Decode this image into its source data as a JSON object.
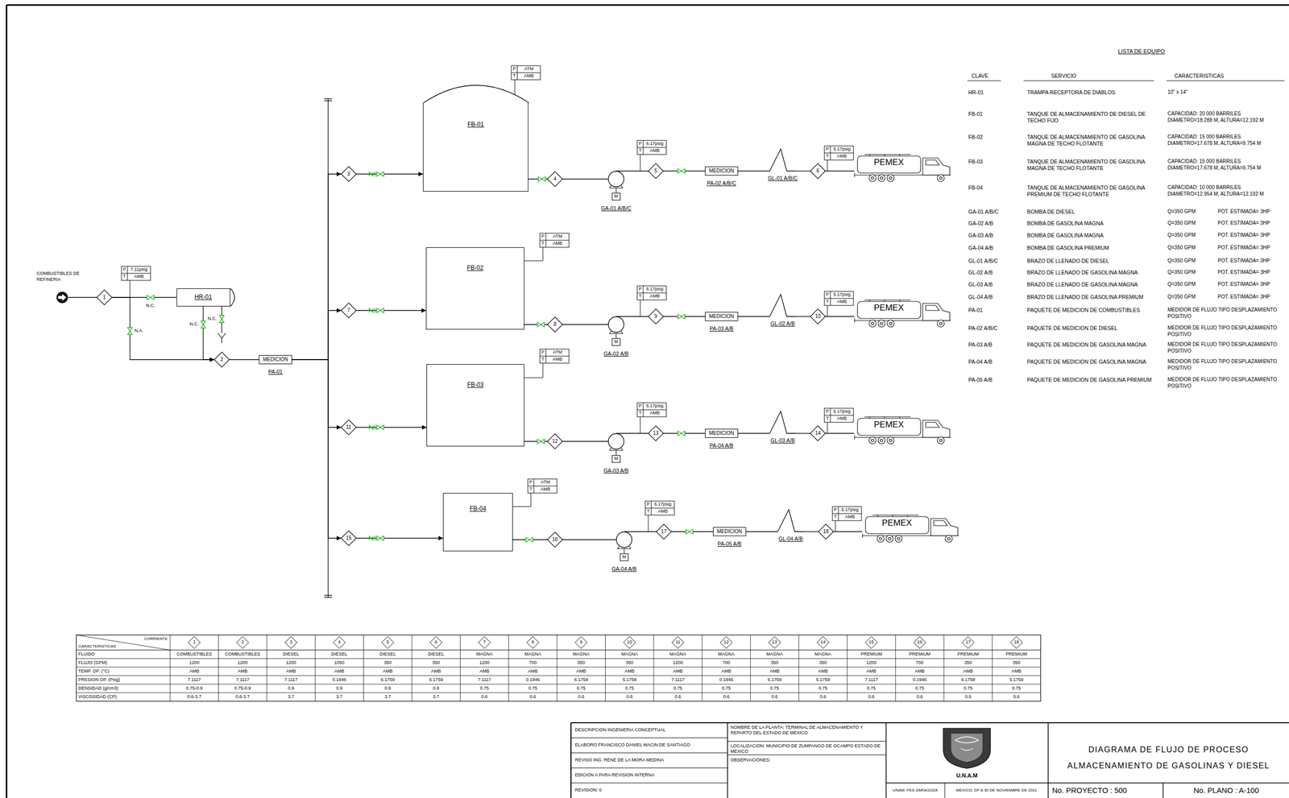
{
  "diagram": {
    "nodes": [
      {
        "text": [
          "COMBUSTIBLES DE REFINERIA"
        ]
      },
      {
        "text": [
          "1"
        ]
      },
      {
        "text": [
          "HR-01"
        ]
      },
      {
        "text": [
          "2"
        ]
      },
      {
        "text": [
          "MEDICION",
          "PA-01"
        ]
      },
      {
        "text": [
          "3"
        ]
      },
      {
        "text": [
          "FB-01"
        ]
      },
      {
        "text": [
          "4"
        ]
      },
      {
        "text": [
          "GA-01 A/B/C"
        ]
      },
      {
        "text": [
          "5"
        ]
      },
      {
        "text": [
          "MEDICION",
          "PA-02 A/B/C"
        ]
      },
      {
        "text": [
          "GL-01 A/B/C"
        ]
      },
      {
        "text": [
          "6"
        ]
      },
      {
        "text": [
          "PEMEX"
        ]
      },
      {
        "text": [
          "7"
        ]
      },
      {
        "text": [
          "FB-02"
        ]
      },
      {
        "text": [
          "8"
        ]
      },
      {
        "text": [
          "GA-02 A/B"
        ]
      },
      {
        "text": [
          "9"
        ]
      },
      {
        "text": [
          "MEDICION",
          "PA-03 A/B"
        ]
      },
      {
        "text": [
          "GL-02 A/B"
        ]
      },
      {
        "text": [
          "10"
        ]
      },
      {
        "text": [
          "PEMEX"
        ]
      },
      {
        "text": [
          "11"
        ]
      },
      {
        "text": [
          "FB-03"
        ]
      },
      {
        "text": [
          "12"
        ]
      },
      {
        "text": [
          "GA-03 A/B"
        ]
      },
      {
        "text": [
          "13"
        ]
      },
      {
        "text": [
          "MEDICION",
          "PA-04 A/B"
        ]
      },
      {
        "text": [
          "GL-03 A/B"
        ]
      },
      {
        "text": [
          "14"
        ]
      },
      {
        "text": [
          "PEMEX"
        ]
      },
      {
        "text": [
          "15"
        ]
      },
      {
        "text": [
          "FB-04"
        ]
      },
      {
        "text": [
          "16"
        ]
      },
      {
        "text": [
          "GA-04 A/B"
        ]
      },
      {
        "text": [
          "17"
        ]
      },
      {
        "text": [
          "MEDICION",
          "PA-05 A/B"
        ]
      },
      {
        "text": [
          "GL-04 A/B"
        ]
      },
      {
        "text": [
          "18"
        ]
      },
      {
        "text": [
          "PEMEX"
        ]
      }
    ],
    "edges": [
      {
        "from": 0,
        "to": 1,
        "arrow": "none"
      },
      {
        "from": 1,
        "to": 2,
        "arrow": "none"
      },
      {
        "from": 1,
        "to": 3,
        "arrow": "to"
      },
      {
        "from": 2,
        "to": 3,
        "arrow": "to"
      },
      {
        "from": 3,
        "to": 4,
        "arrow": "none"
      },
      {
        "from": 4,
        "to": 5,
        "arrow": "to"
      },
      {
        "from": 5,
        "to": 6,
        "arrow": "to"
      },
      {
        "from": 6,
        "to": 7,
        "arrow": "none"
      },
      {
        "from": 7,
        "to": 8,
        "arrow": "none"
      },
      {
        "from": 8,
        "to": 9,
        "arrow": "none"
      },
      {
        "from": 9,
        "to": 10,
        "arrow": "none"
      },
      {
        "from": 10,
        "to": 11,
        "arrow": "none"
      },
      {
        "from": 11,
        "to": 12,
        "arrow": "none"
      },
      {
        "from": 12,
        "to": 13,
        "arrow": "none"
      },
      {
        "from": 4,
        "to": 14,
        "arrow": "to"
      },
      {
        "from": 14,
        "to": 15,
        "arrow": "to"
      },
      {
        "from": 15,
        "to": 16,
        "arrow": "none"
      },
      {
        "from": 16,
        "to": 17,
        "arrow": "none"
      },
      {
        "from": 17,
        "to": 18,
        "arrow": "none"
      },
      {
        "from": 18,
        "to": 19,
        "arrow": "none"
      },
      {
        "from": 19,
        "to": 20,
        "arrow": "none"
      },
      {
        "from": 20,
        "to": 21,
        "arrow": "none"
      },
      {
        "from": 21,
        "to": 22,
        "arrow": "none"
      },
      {
        "from": 4,
        "to": 23,
        "arrow": "to"
      },
      {
        "from": 23,
        "to": 24,
        "arrow": "to"
      },
      {
        "from": 24,
        "to": 25,
        "arrow": "none"
      },
      {
        "from": 25,
        "to": 26,
        "arrow": "none"
      },
      {
        "from": 26,
        "to": 27,
        "arrow": "none"
      },
      {
        "from": 27,
        "to": 28,
        "arrow": "none"
      },
      {
        "from": 28,
        "to": 29,
        "arrow": "none"
      },
      {
        "from": 29,
        "to": 30,
        "arrow": "none"
      },
      {
        "from": 30,
        "to": 31,
        "arrow": "none"
      },
      {
        "from": 4,
        "to": 32,
        "arrow": "to"
      },
      {
        "from": 32,
        "to": 33,
        "arrow": "to"
      },
      {
        "from": 33,
        "to": 34,
        "arrow": "none"
      },
      {
        "from": 34,
        "to": 35,
        "arrow": "none"
      },
      {
        "from": 35,
        "to": 36,
        "arrow": "none"
      },
      {
        "from": 36,
        "to": 37,
        "arrow": "none"
      },
      {
        "from": 37,
        "to": 38,
        "arrow": "none"
      },
      {
        "from": 38,
        "to": 39,
        "arrow": "none"
      },
      {
        "from": 39,
        "to": 40,
        "arrow": "none"
      }
    ],
    "labels": [
      "P",
      "7.11psig",
      "T",
      "AMB",
      "P",
      "ATM",
      "T",
      "AMB",
      "P",
      "6.17psig",
      "T",
      "AMB",
      "P",
      "5.17psig",
      "T",
      "AMB",
      "P",
      "ATM",
      "T",
      "AMB",
      "P",
      "6.17psig",
      "T",
      "AMB",
      "P",
      "5.17psig",
      "T",
      "AMB",
      "P",
      "ATM",
      "T",
      "AMB",
      "P",
      "6.17psig",
      "T",
      "AMB",
      "P",
      "5.17psig",
      "T",
      "AMB",
      "P",
      "ATM",
      "T",
      "AMB",
      "P",
      "6.17psig",
      "T",
      "AMB",
      "P",
      "5.17psig",
      "T",
      "AMB",
      "N.C.",
      "N.A.",
      "N.C.",
      "N.C.",
      "M",
      "M",
      "M",
      "M",
      "LISTA DE EQUIPO",
      "CLAVE",
      "SERVICIO",
      "CARACTERISTICAS",
      "HR-01",
      "TRAMPA RECEPTORA DE DIABLOS",
      "10\" x 14\"",
      "FB-01",
      "TANQUE DE ALMACENAMIENTO DE DIESEL DE TECHO FIJO",
      "CAPACIDAD: 20 000 BARRILES DIAMETRO=18.288 M, ALTURA=12.192 M",
      "FB-02",
      "TANQUE DE ALMACENAMIENTO DE GASOLINA MAGNA DE TECHO FLOTANTE",
      "CAPACIDAD: 15 000 BARRILES DIAMETRO=17.678 M, ALTURA=9.754 M",
      "FB-03",
      "TANQUE DE ALMACENAMIENTO DE GASOLINA MAGNA DE TECHO FLOTANTE",
      "CAPACIDAD: 15 000 BARRILES DIAMETRO=17.678 M, ALTURA=9.754 M",
      "FB-04",
      "TANQUE DE ALMACENAMIENTO DE GASOLINA PREMIUM DE TECHO FLOTANTE",
      "CAPACIDAD: 10 000 BARRILES DIAMETRO=12.954 M, ALTURA=12.192 M",
      "GA-01 A/B/C",
      "BOMBA DE DIESEL",
      "Q=350 GPM",
      "POT. ESTIMADA= 3HP",
      "GA-02 A/B",
      "BOMBA DE GASOLINA MAGNA",
      "Q=350 GPM",
      "POT. ESTIMADA= 3HP",
      "GA-03 A/B",
      "BOMBA DE GASOLINA MAGNA",
      "Q=350 GPM",
      "POT. ESTIMADA= 3HP",
      "GA-04 A/B",
      "BOMBA DE GASOLINA PREMIUM",
      "Q=350 GPM",
      "POT. ESTIMADA= 3HP",
      "GL-01 A/B/C",
      "BRAZO DE LLENADO DE DIESEL",
      "Q=350 GPM",
      "POT. ESTIMADA= 3HP",
      "GL-02 A/B",
      "BRAZO DE LLENADO DE GASOLINA MAGNA",
      "Q=350 GPM",
      "POT. ESTIMADA= 3HP",
      "GL-03 A/B",
      "BRAZO DE LLENADO DE GASOLINA MAGNA",
      "Q=350 GPM",
      "POT. ESTIMADA= 3HP",
      "GL-04 A/B",
      "BRAZO DE LLENADO DE GASOLINA PREMIUM",
      "Q=350 GPM",
      "POT. ESTIMADA= 3HP",
      "PA-01",
      "PAQUETE DE MEDICION DE COMBUSTIBLES",
      "MEDIDOR DE FLUJO TIPO DESPLAZAMIENTO POSITIVO",
      "PA-02 A/B/C",
      "PAQUETE DE MEDICION DE DIESEL",
      "MEDIDOR DE FLUJO TIPO DESPLAZAMIENTO POSITIVO",
      "PA-03 A/B",
      "PAQUETE DE MEDICION DE GASOLINA MAGNA",
      "MEDIDOR DE FLUJO TIPO DESPLAZAMIENTO POSITIVO",
      "PA-04 A/B",
      "PAQUETE DE MEDICION DE GASOLINA MAGNA",
      "MEDIDOR DE FLUJO TIPO DESPLAZAMIENTO POSITIVO",
      "PA-05 A/B",
      "PAQUETE DE MEDICION DE GASOLINA PREMIUM",
      "MEDIDOR DE FLUJO TIPO DESPLAZAMIENTO POSITIVO",
      "CORRIENTE",
      "CARACTERISTICAS",
      "1",
      "2",
      "3",
      "4",
      "5",
      "6",
      "7",
      "8",
      "9",
      "10",
      "11",
      "12",
      "13",
      "14",
      "15",
      "16",
      "17",
      "18",
      "FLUIDO",
      "COMBUSTIBLES",
      "COMBUSTIBLES",
      "DIESEL",
      "DIESEL",
      "DIESEL",
      "DIESEL",
      "MAGNA",
      "MAGNA",
      "MAGNA",
      "MAGNA",
      "MAGNA",
      "MAGNA",
      "MAGNA",
      "MAGNA",
      "PREMIUM",
      "PREMIUM",
      "PREMIUM",
      "PREMIUM",
      "FLUJO (GPM)",
      "1200",
      "1200",
      "1200",
      "1050",
      "350",
      "350",
      "1200",
      "700",
      "350",
      "350",
      "1200",
      "700",
      "350",
      "350",
      "1200",
      "700",
      "350",
      "350",
      "TEMP. OP. (°C)",
      "AMB",
      "AMB",
      "AMB",
      "AMB",
      "AMB",
      "AMB",
      "AMB",
      "AMB",
      "AMB",
      "AMB",
      "AMB",
      "AMB",
      "AMB",
      "AMB",
      "AMB",
      "AMB",
      "AMB",
      "AMB",
      "PRESION OP. (Psig)",
      "7.1117",
      "7.1117",
      "7.1117",
      "0.1946",
      "6.1759",
      "5.1759",
      "7.1117",
      "0.1946",
      "6.1759",
      "5.1759",
      "7.1117",
      "0.1946",
      "6.1759",
      "5.1759",
      "7.1117",
      "0.1946",
      "6.1759",
      "5.1759",
      "DENSIDAD (g/cm3)",
      "0.75-0.9",
      "0.75-0.9",
      "0.9",
      "0.9",
      "0.9",
      "0.9",
      "0.75",
      "0.75",
      "0.75",
      "0.75",
      "0.75",
      "0.75",
      "0.75",
      "0.75",
      "0.75",
      "0.75",
      "0.75",
      "0.75",
      "VISCOSIDAD (CP)",
      "0.6-3.7",
      "0.6-3.7",
      "3.7",
      "3.7",
      "3.7",
      "3.7",
      "0.6",
      "0.6",
      "0.6",
      "0.6",
      "0.6",
      "0.6",
      "0.6",
      "0.6",
      "0.6",
      "0.6",
      "0.6",
      "0.6",
      "DESCRIPCION INGENIERIA CONCEPTUAL",
      "ELABORO FRANCISCO DANIEL MACIN DE SANTIAGO",
      "REVISO ING. RENE DE LA MORA MEDINA",
      "EDICION A PARA REVISION INTERNA",
      "REVISION: 0",
      "NOMBRE DE LA PLANTA: TERMINAL DE ALMACENAMIENTO Y REPARTO DEL ESTADO DE MEXICO",
      "LOCALIZACION: MUNICIPIO DE ZUMPANGO DE OCAMPO ESTADO DE MEXICO",
      "OBSERVACIONES:",
      "U.N.A.M",
      "UNAM, FES ZARAGOZA",
      "MEXICO, DF A 30 DE NOVIEMBRE DE 2011",
      "DIAGRAMA DE FLUJO DE PROCESO",
      "ALMACENAMIENTO DE GASOLINAS Y DIESEL",
      "No. PROYECTO : 500",
      "No. PLANO : A-100"
    ]
  }
}
